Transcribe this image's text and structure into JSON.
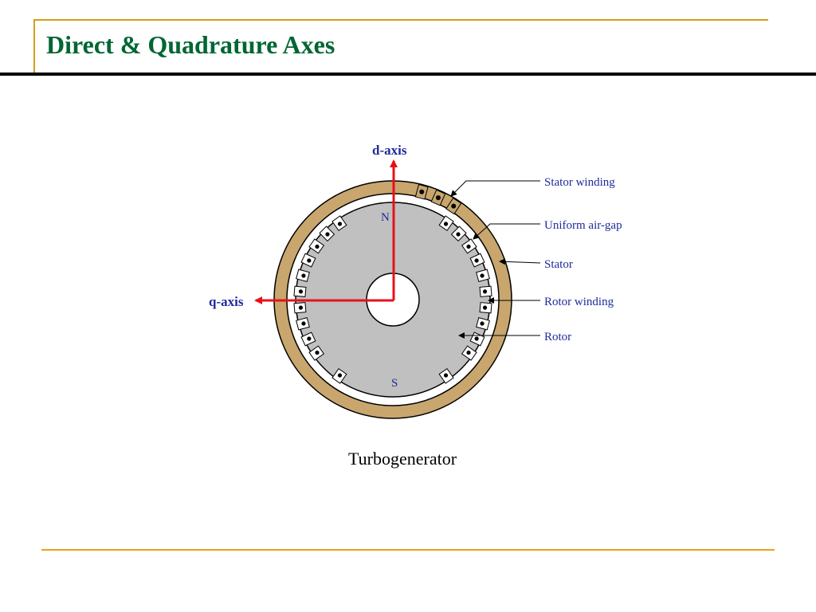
{
  "slide": {
    "title": "Direct & Quadrature Axes",
    "caption": "Turbogenerator"
  },
  "diagram": {
    "axes": {
      "d": "d-axis",
      "q": "q-axis"
    },
    "poles": {
      "north": "N",
      "south": "S"
    },
    "labels": {
      "stator_winding": "Stator winding",
      "air_gap": "Uniform air-gap",
      "stator": "Stator",
      "rotor_winding": "Rotor winding",
      "rotor": "Rotor"
    }
  },
  "colors": {
    "title": "#006633",
    "accent_rule": "#d4a017",
    "stator": "#c8a66e",
    "rotor": "#c0c0c0",
    "axis_arrow": "#e8101a",
    "label": "#1f2a9a"
  }
}
